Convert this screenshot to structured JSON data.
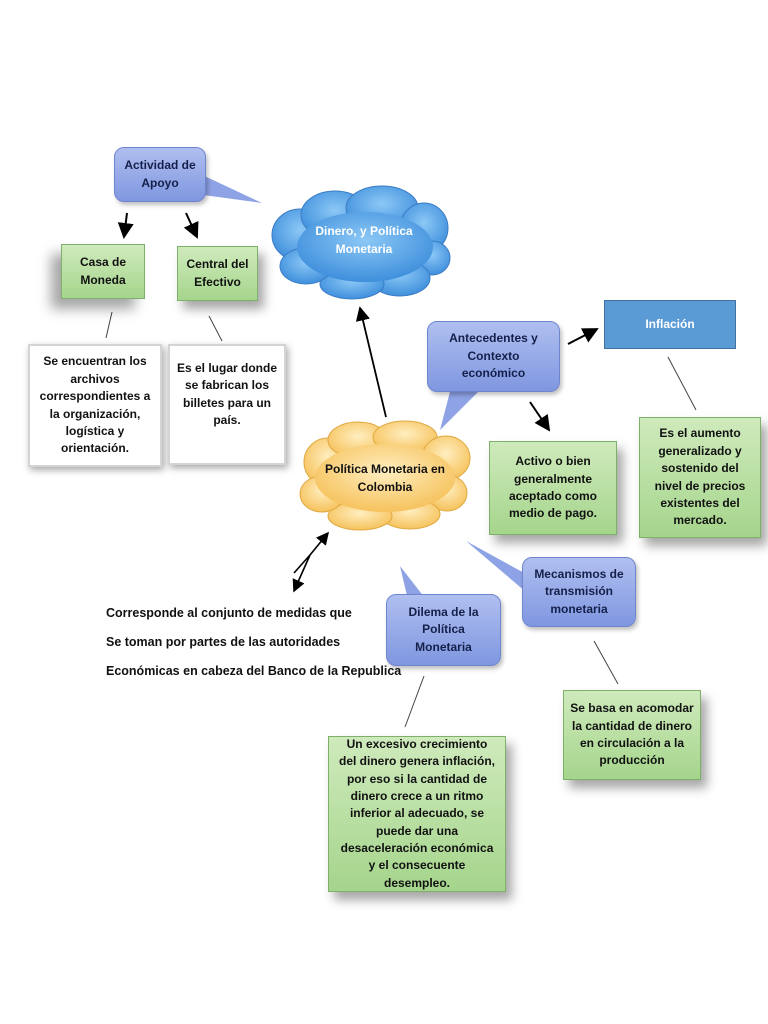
{
  "nodes": {
    "actividad": "Actividad de Apoyo",
    "dinero": "Dinero, y Política Monetaria",
    "casa": "Casa de Moneda",
    "central": "Central del Efectivo",
    "archivos": "Se encuentran los archivos correspondientes a la organización, logística y orientación.",
    "lugar": "Es el lugar donde se fabrican los billetes para un país.",
    "antecedentes": "Antecedentes y Contexto económico",
    "inflacion": "Inflación",
    "activo": "Activo o bien generalmente aceptado como medio de pago.",
    "aumento": "Es el aumento generalizado y sostenido del nivel de precios existentes del mercado.",
    "politica_colombia": "Política Monetaria en Colombia",
    "mecanismos": "Mecanismos de transmisión monetaria",
    "dilema": "Dilema de la Política Monetaria",
    "basa": "Se basa en acomodar la cantidad de dinero en circulación a la producción",
    "excesivo": "Un excesivo crecimiento del dinero genera inflación, por eso si la cantidad de dinero crece a un ritmo inferior al adecuado, se puede dar una desaceleración económica y el consecuente desempleo."
  },
  "description_lines": [
    "Corresponde al conjunto de medidas que",
    "Se toman por partes de las autoridades",
    "Económicas en cabeza del Banco de la Republica"
  ],
  "colors": {
    "callout": "#8ea2e6",
    "cloud_blue": "#5aa6ea",
    "cloud_yellow": "#fcd77f",
    "green_box": "#b6e09f",
    "inflation_box": "#5b9bd5"
  }
}
